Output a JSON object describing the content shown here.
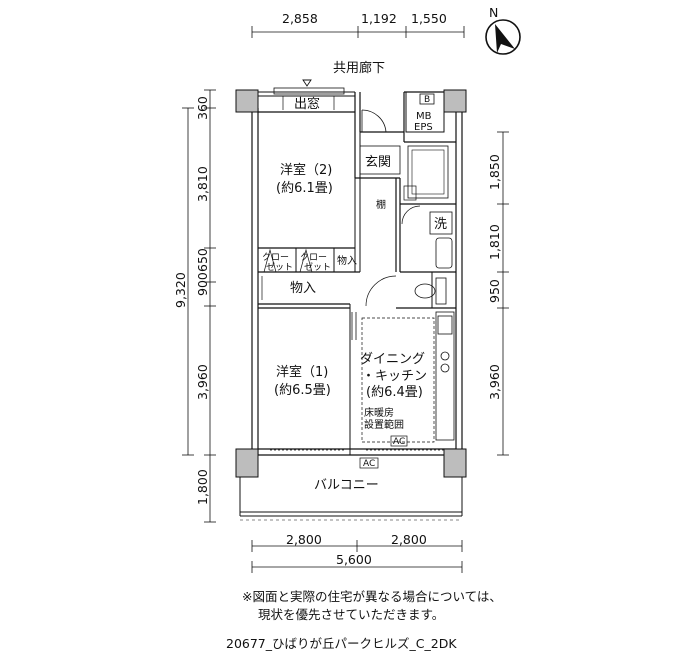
{
  "compass": {
    "north_label": "N"
  },
  "dimensions": {
    "top": [
      "2,858",
      "1,192",
      "1,550"
    ],
    "left_outer": "9,320",
    "left_inner": [
      "360",
      "3,810",
      "900",
      "650",
      "3,960",
      "1,800"
    ],
    "right": [
      "1,850",
      "1,810",
      "950",
      "3,960"
    ],
    "bottom_parts": [
      "2,800",
      "2,800"
    ],
    "bottom_total": "5,600"
  },
  "rooms": {
    "corridor": "共用廊下",
    "bay_window": "出窓",
    "western_room_2": "洋室（2)",
    "western_room_2_size": "(約6.1畳)",
    "entrance": "玄関",
    "shelf": "棚",
    "closet_1": [
      "クロー",
      "ゼット"
    ],
    "closet_2": [
      "クロー",
      "ゼット"
    ],
    "storage_small": "物入",
    "storage": "物入",
    "washroom": "洗",
    "western_room_1": "洋室（1)",
    "western_room_1_size": "(約6.5畳)",
    "dining_kitchen_line1": "ダイニング",
    "dining_kitchen_line2": "・キッチン",
    "dining_kitchen_size": "(約6.4畳)",
    "floor_heating_line1": "床暖房",
    "floor_heating_line2": "設置範囲",
    "balcony": "バルコニー",
    "mb_eps_line1": "MB",
    "mb_eps_line2": "EPS",
    "b_box": "B",
    "ac_indoor": "AC",
    "ac_outdoor": "AC"
  },
  "notes": {
    "line1": "※図面と実際の住宅が異なる場合については、",
    "line2": "現状を優先させていただきます。"
  },
  "caption": "20677_ひばりが丘パークヒルズ_C_2DK"
}
